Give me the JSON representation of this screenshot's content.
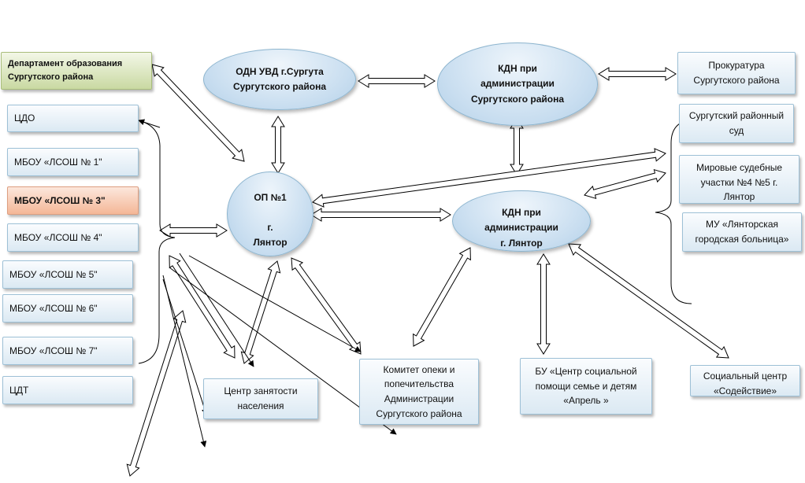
{
  "nodes": {
    "dept_education": "Департамент образования\nСургутского района",
    "cdo": "ЦДО",
    "mbou1": "МБОУ «ЛСОШ № 1\"",
    "mbou3": "МБОУ «ЛСОШ № 3\"",
    "mbou4": "МБОУ «ЛСОШ № 4\"",
    "mbou5": "МБОУ «ЛСОШ № 5\"",
    "mbou6": "МБОУ «ЛСОШ № 6\"",
    "mbou7": "МБОУ «ЛСОШ № 7\"",
    "cdt": "ЦДТ",
    "odn_uvd": "ОДН УВД г.Сургута\nСургутского района",
    "kdn_district": "КДН при\nадминистрации\nСургутского района",
    "op1": "ОП №1\n\nг.\nЛянтор",
    "kdn_lyantor": "КДН при\nадминистрации\nг. Лянтор",
    "prosecutor": "Прокуратура\nСургутского района",
    "district_court": "Сургутский районный\nсуд",
    "magistrates": "Мировые судебные\nучастки №4 №5 г.\nЛянтор",
    "hospital": "МУ «Лянторская\nгородская больница»",
    "employment": "Центр занятости\nнаселения",
    "guardianship": "Комитет опеки и\nпопечительства\nАдминистрации\nСургутского района",
    "april_center": "БУ «Центр социальной\nпомощи семье и детям\n«Апрель »",
    "social_center": "Социальный центр\n«Содействие»"
  }
}
